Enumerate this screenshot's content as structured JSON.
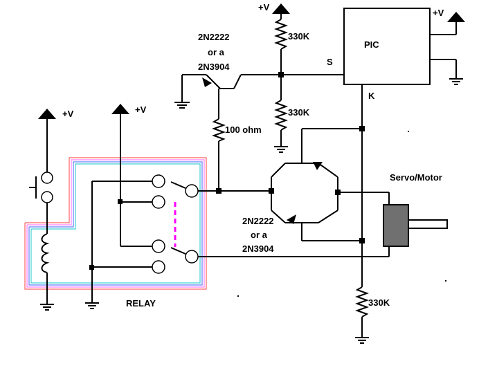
{
  "labels": {
    "vplus_top": "+V",
    "vplus_pic": "+V",
    "vplus_left1": "+V",
    "vplus_left2": "+V",
    "r_top": "330K",
    "r_mid": "330K",
    "r_bottom": "330K",
    "r_base": "100 ohm",
    "transistor_top_line1": "2N2222",
    "transistor_top_line2": "or a",
    "transistor_top_line3": "2N3904",
    "transistor_bottom_line1": "2N2222",
    "transistor_bottom_line2": "or a",
    "transistor_bottom_line3": "2N3904",
    "pic": "PIC",
    "pin_s": "S",
    "pin_k": "K",
    "servo": "Servo/Motor",
    "relay": "RELAY"
  },
  "colors": {
    "pin_s": "#ff0000",
    "pin_k": "#ff00ff",
    "relay": "#ff00ff",
    "relay_outline_red": "#ff6060",
    "relay_outline_blue": "#6080ff",
    "relay_outline_cyan": "#40d0d0",
    "relay_outline_pink": "#ff80ff",
    "motor_body": "#707070"
  }
}
